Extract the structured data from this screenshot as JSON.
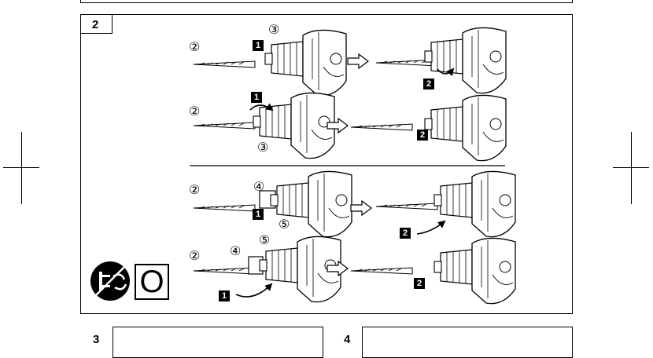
{
  "sections": {
    "s2": {
      "number": "2"
    },
    "s3": {
      "number": "3"
    },
    "s4": {
      "number": "4"
    }
  },
  "callouts": {
    "bit": "②",
    "chuck": "③",
    "sleeve": "④",
    "collar": "⑤"
  },
  "steps": {
    "step1": "1",
    "step2": "2"
  },
  "off_switch": {
    "symbol": "O"
  },
  "icons": [
    "unplug-warning-icon",
    "off-switch-icon",
    "drill-icon",
    "direction-arrow-icon"
  ]
}
